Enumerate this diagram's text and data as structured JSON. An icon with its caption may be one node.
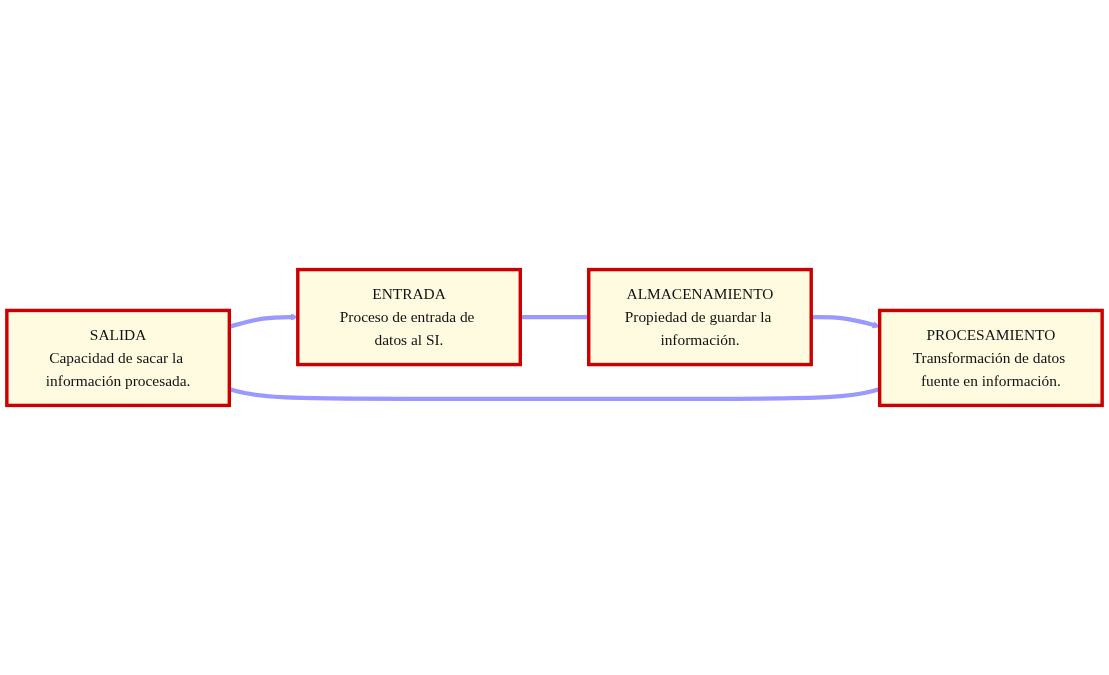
{
  "diagram": {
    "nodes": [
      {
        "text": [
          "SALIDA",
          "Capacidad de sacar la información procesada."
        ]
      },
      {
        "text": [
          "ENTRADA",
          "Proceso de entrada de datos al SI."
        ]
      },
      {
        "text": [
          "PROCESAMIENTO",
          "Transformación de datos fuente en información."
        ]
      },
      {
        "text": [
          "ALMACENAMIENTO",
          "Propiedad de guardar la información."
        ]
      }
    ],
    "edges": [
      {
        "from": 1,
        "to": 3,
        "arrow": "none"
      },
      {
        "from": 3,
        "to": 2,
        "arrow": "to"
      },
      {
        "from": 2,
        "to": 0,
        "arrow": "none"
      },
      {
        "from": 0,
        "to": 1,
        "arrow": "to"
      }
    ]
  }
}
